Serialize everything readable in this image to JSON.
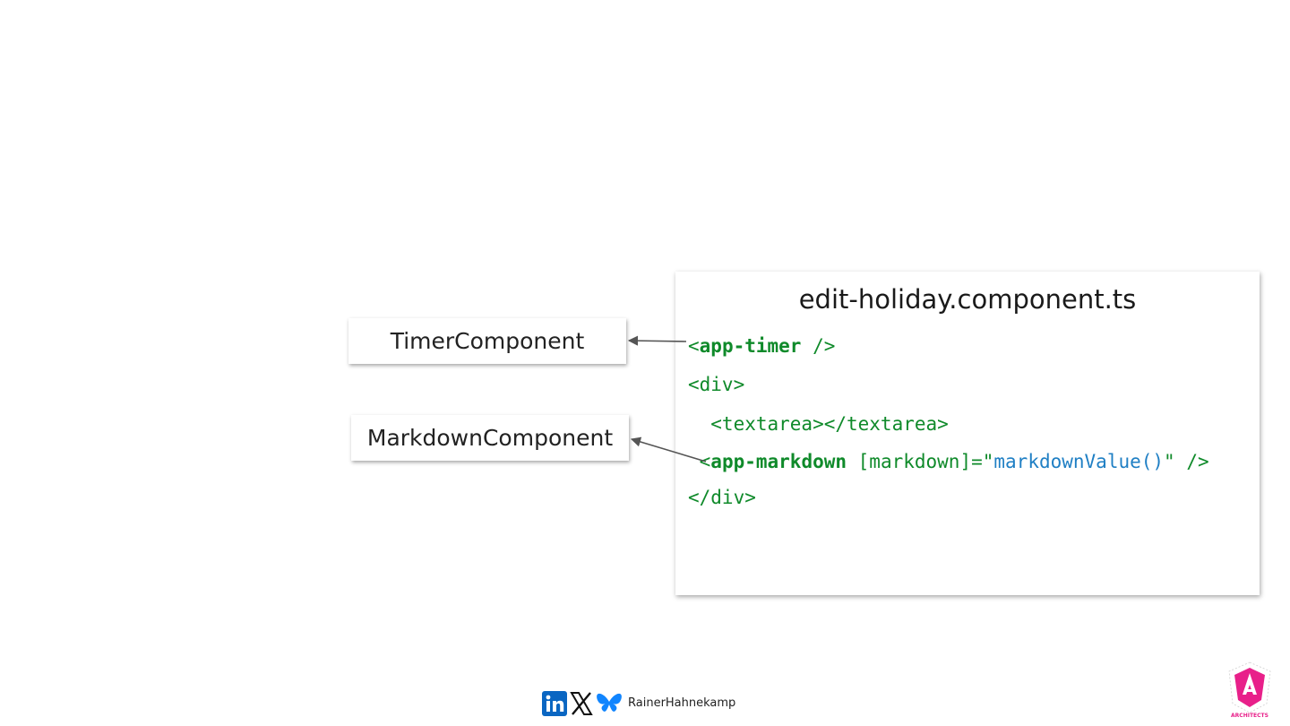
{
  "boxes": {
    "timer": "TimerComponent",
    "markdown": "MarkdownComponent"
  },
  "panel": {
    "title": "edit-holiday.component.ts",
    "lines": {
      "l1_open": "<",
      "l1_tag": "app-timer",
      "l1_close": " />",
      "l2": "<div>",
      "l3": "  <textarea></textarea>",
      "l4_open": " <",
      "l4_tag": "app-markdown",
      "l4_attr": " [markdown]=\"",
      "l4_fn": "markdownValue()",
      "l4_close": "\" />",
      "l5": "</div>"
    }
  },
  "footer": {
    "handle": "RainerHahnekamp",
    "icons": [
      "linkedin-icon",
      "x-icon",
      "bluesky-icon"
    ],
    "logo_text": "ARCHITECTS"
  },
  "colors": {
    "code_green": "#0f8a2a",
    "code_blue": "#1f7fc4",
    "logo_pink": "#e8208a"
  }
}
